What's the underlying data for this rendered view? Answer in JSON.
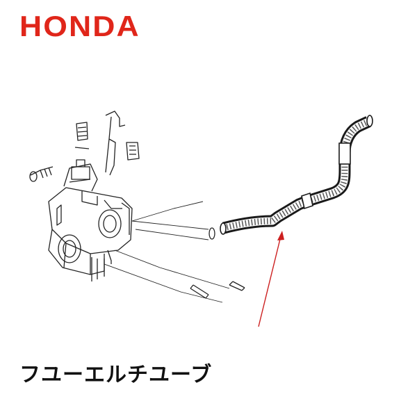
{
  "brand": {
    "logo_text": "HONDA",
    "color": "#e0261a"
  },
  "part": {
    "name": "フユーエルチユーブ"
  },
  "annotation": {
    "arrow_color": "#cc1f1f"
  },
  "icons": [
    "honda-logo",
    "carburetor-diagram",
    "fuel-tube-diagram",
    "pointer-arrow"
  ]
}
